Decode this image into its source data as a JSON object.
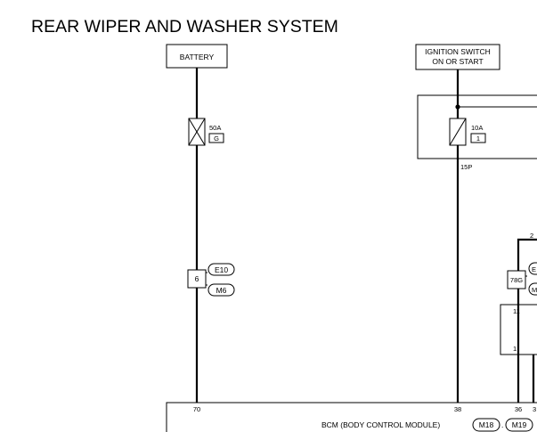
{
  "title": "REAR WIPER AND WASHER SYSTEM",
  "battery": {
    "label": "BATTERY"
  },
  "ignition": {
    "line1": "IGNITION SWITCH",
    "line2": "ON OR START"
  },
  "fuse_50a": {
    "rating": "50A",
    "id": "G"
  },
  "fuse_10a": {
    "rating": "10A",
    "id": "1"
  },
  "junction_15p": "15P",
  "connectors": {
    "e10": "E10",
    "m6": "M6",
    "pin6": "6",
    "pin78g": "78G",
    "e_partial": "E",
    "m_partial": "M"
  },
  "pins": {
    "p2": "2",
    "p11": "11",
    "p1": "1",
    "p70": "70",
    "p38": "38",
    "p36": "36",
    "p3": "3"
  },
  "bcm": {
    "label": "BCM (BODY CONTROL MODULE)",
    "conn1": "M18",
    "conn2": "M19",
    "sep": "."
  }
}
